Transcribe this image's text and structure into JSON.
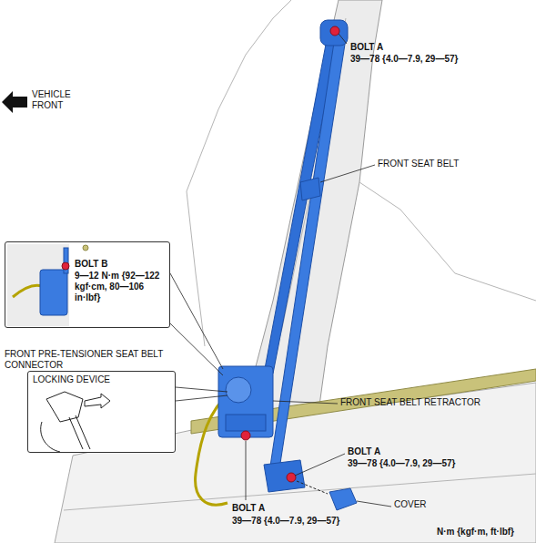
{
  "diagram": {
    "nodes": [
      {
        "text": [
          "BOLT B",
          "9—12 N·m {92—122 kgf·cm, 80—106 in·lbf}"
        ]
      },
      {
        "text": [
          "LOCKING DEVICE"
        ]
      }
    ],
    "edges": [],
    "labels": [
      "VEHICLE FRONT",
      "BOLT A",
      "39—78 {4.0—7.9, 29—57}",
      "FRONT SEAT BELT",
      "FRONT PRE-TENSIONER SEAT BELT CONNECTOR",
      "FRONT SEAT BELT RETRACTOR",
      "BOLT A",
      "39—78 {4.0—7.9, 29—57}",
      "COVER",
      "BOLT A",
      "39—78 {4.0—7.9, 29—57}",
      "N·m {kgf·m, ft·lbf}"
    ]
  }
}
